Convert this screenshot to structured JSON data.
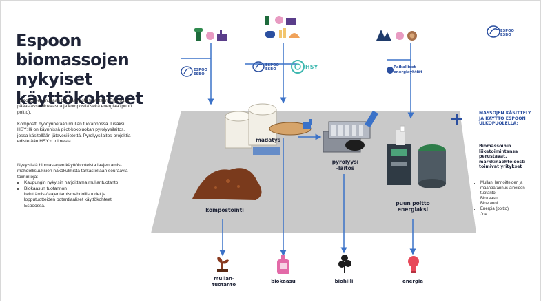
{
  "title": [
    "Espoon biomassojen",
    "nykyiset",
    "käyttökohteet"
  ],
  "intro": {
    "p1": "Kartoituksen mukaan biomassoista tuotetaan Espoossa pääasiassa biokaasua ja kompostia sekä energiaa (puun poltto).",
    "p2": "Kompostti hyödynnetään mullan tuotannossa. Lisäksi HSY:llä on käynnissä pilot-kokoluokan pyrolyysilaitos, jossa käsitellään jätevesilietettä. Pyrolyysilaitos-projektia edistetään HSY:n toimesta.",
    "p3": "Nykyisistä biomassojen käyttökohteista laajentamis-mahdollisuuksien näkökulmista tarkastellaan seuraavia toimintoja:",
    "bullets": [
      "Kaupungin nykyisin harjoittama mullantuotanto",
      "Biokaasun tuotannon kehittämis-/laajentamismahdollisuudet ja lopputuotteiden potentiaaliset käyttökohteet Espoossa."
    ]
  },
  "logos": {
    "espoo_line1": "ESPOO",
    "espoo_line2": "ESBO",
    "hsy": "HSY",
    "energy": "Paikalliset energiayhtiöt"
  },
  "process_labels": {
    "kompostointi": "kompostointi",
    "madatys": "mädätys",
    "pyrolyysi": [
      "pyrolyysi",
      "-laitos"
    ],
    "poltto": [
      "puun poltto",
      "energiaksi"
    ]
  },
  "outputs": [
    {
      "lines": [
        "mullan-",
        "tuotanto"
      ],
      "icon": "plant-icon",
      "color": "#8a3a1f"
    },
    {
      "lines": [
        "biokaasu"
      ],
      "icon": "gas-canister-icon",
      "color": "#e36aa8"
    },
    {
      "lines": [
        "biohiili"
      ],
      "icon": "charcoal-icon",
      "color": "#1d1d1d"
    },
    {
      "lines": [
        "energia"
      ],
      "icon": "lightbulb-icon",
      "color": "#e8495a"
    }
  ],
  "side": {
    "plus": "+",
    "heading": "MASSOJEN KÄSITTELY JA KÄYTTÖ ESPOON ULKOPUOLELLA:",
    "sub": "Biomassoihin liiketoimintansa perustavat, markkinaehtoisesti toimivat yritykset",
    "items": [
      "Mullan, lannoitteiden ja maanparannus-aineiden tuotanto",
      "Biokaasu",
      "Bioetanoli",
      "Energia (poltto)",
      "Jne."
    ]
  },
  "colors": {
    "title": "#1f2437",
    "accent_blue": "#2b4fa0",
    "arrow_blue": "#3b72c8",
    "platform": "#c9c9c9"
  }
}
